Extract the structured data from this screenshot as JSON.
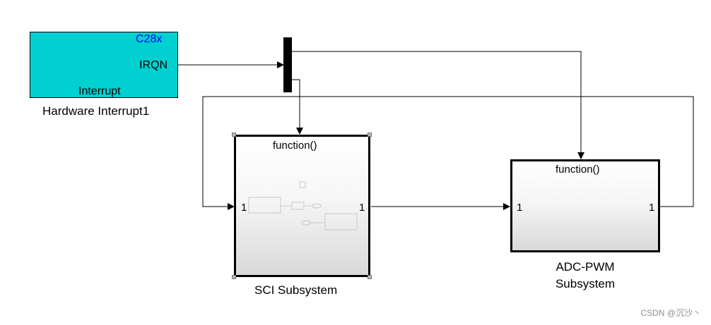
{
  "hardware_interrupt": {
    "target": "C28x",
    "port": "IRQN",
    "caption": "Interrupt",
    "name": "Hardware Interrupt1"
  },
  "sci_subsystem": {
    "trigger_label": "function()",
    "in_port": "1",
    "out_port": "1",
    "name": "SCI Subsystem"
  },
  "adc_pwm_subsystem": {
    "trigger_label": "function()",
    "in_port": "1",
    "out_port": "1",
    "name_line1": "ADC-PWM",
    "name_line2": "Subsystem"
  },
  "watermark": "CSDN @沉沙丶",
  "colors": {
    "interrupt_block": "#00d0d0",
    "target_text": "#0000ee",
    "wire": "#000000"
  }
}
